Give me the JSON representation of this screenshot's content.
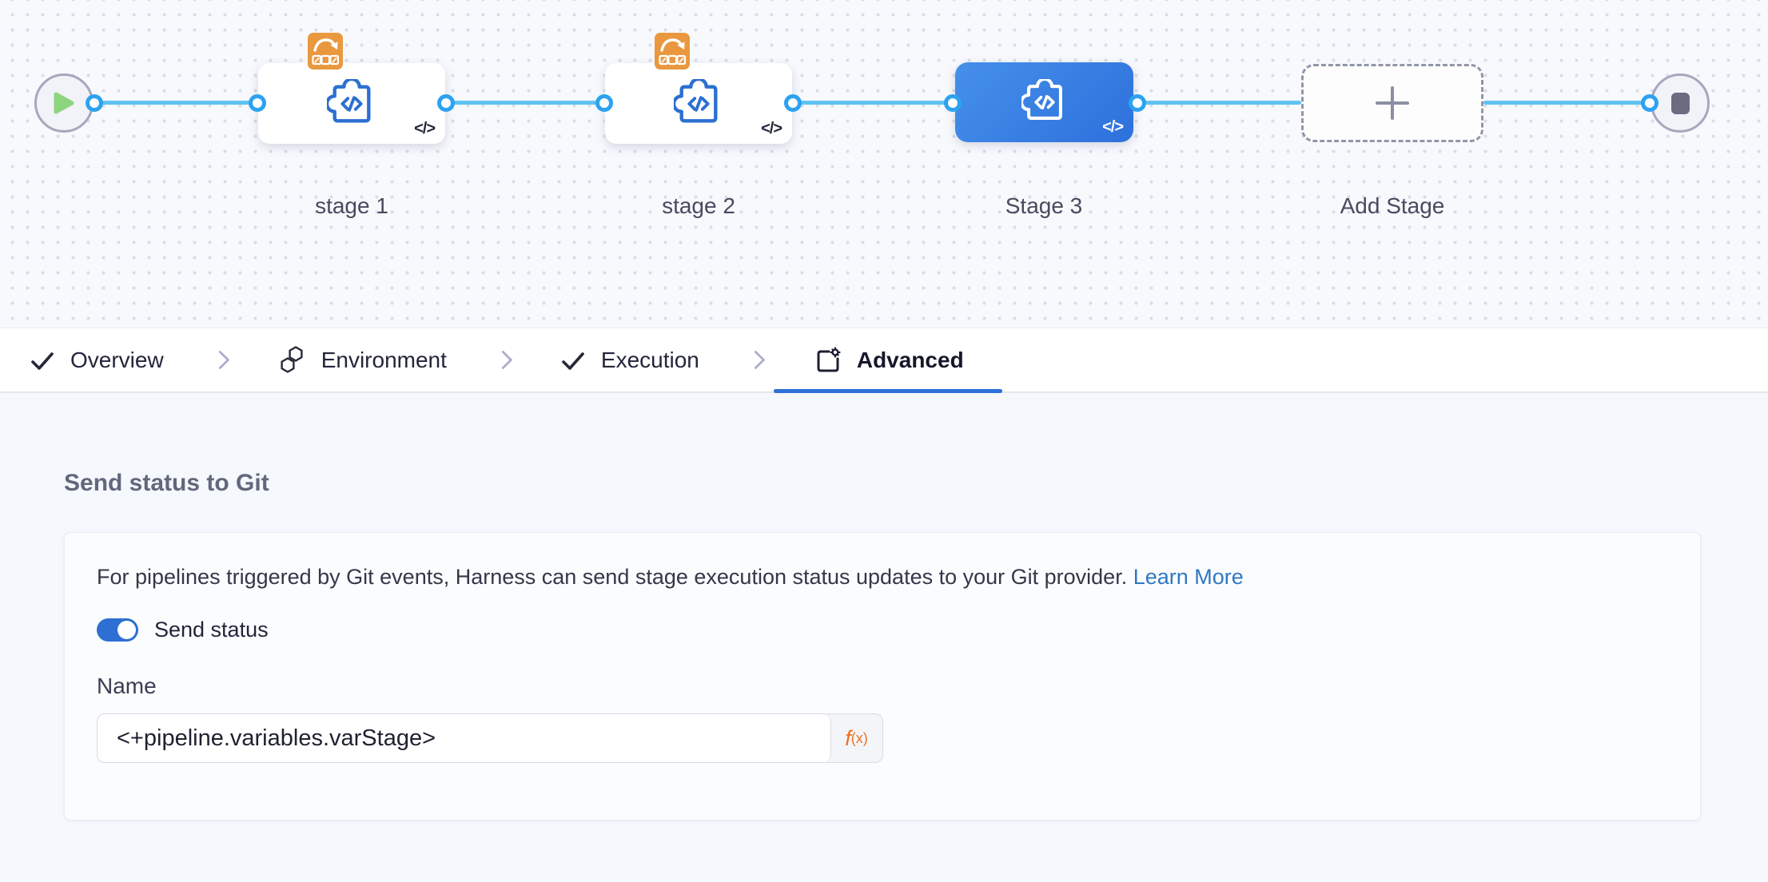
{
  "graph": {
    "stages": [
      {
        "label": "stage 1",
        "selected": false,
        "rollback_badge": true
      },
      {
        "label": "stage 2",
        "selected": false,
        "rollback_badge": true
      },
      {
        "label": "Stage 3",
        "selected": true,
        "rollback_badge": false
      }
    ],
    "add_stage_label": "Add Stage",
    "code_marker": "</>"
  },
  "tabs": [
    {
      "label": "Overview",
      "icon": "check-icon",
      "active": false
    },
    {
      "label": "Environment",
      "icon": "hexagons-icon",
      "active": false
    },
    {
      "label": "Execution",
      "icon": "check-icon",
      "active": false
    },
    {
      "label": "Advanced",
      "icon": "panel-gear-icon",
      "active": true
    }
  ],
  "panel": {
    "heading": "Send status to Git",
    "description": "For pipelines triggered by Git events, Harness can send stage execution status updates to your Git provider.",
    "learn_more": "Learn More",
    "toggle_label": "Send status",
    "toggle_state": "on",
    "name_label": "Name",
    "name_value": "<+pipeline.variables.varStage>",
    "fx_main": "f",
    "fx_sub": "(x)"
  },
  "colors": {
    "accent_blue": "#2d6fd3",
    "selected_node_blue": "#3780e4",
    "edge_blue": "#5fc3f1",
    "dot_ring_blue": "#2da2f0",
    "badge_orange": "#e9983f",
    "fx_orange": "#ef7020",
    "link_blue": "#2f78c2",
    "play_green": "#8ed47f"
  }
}
